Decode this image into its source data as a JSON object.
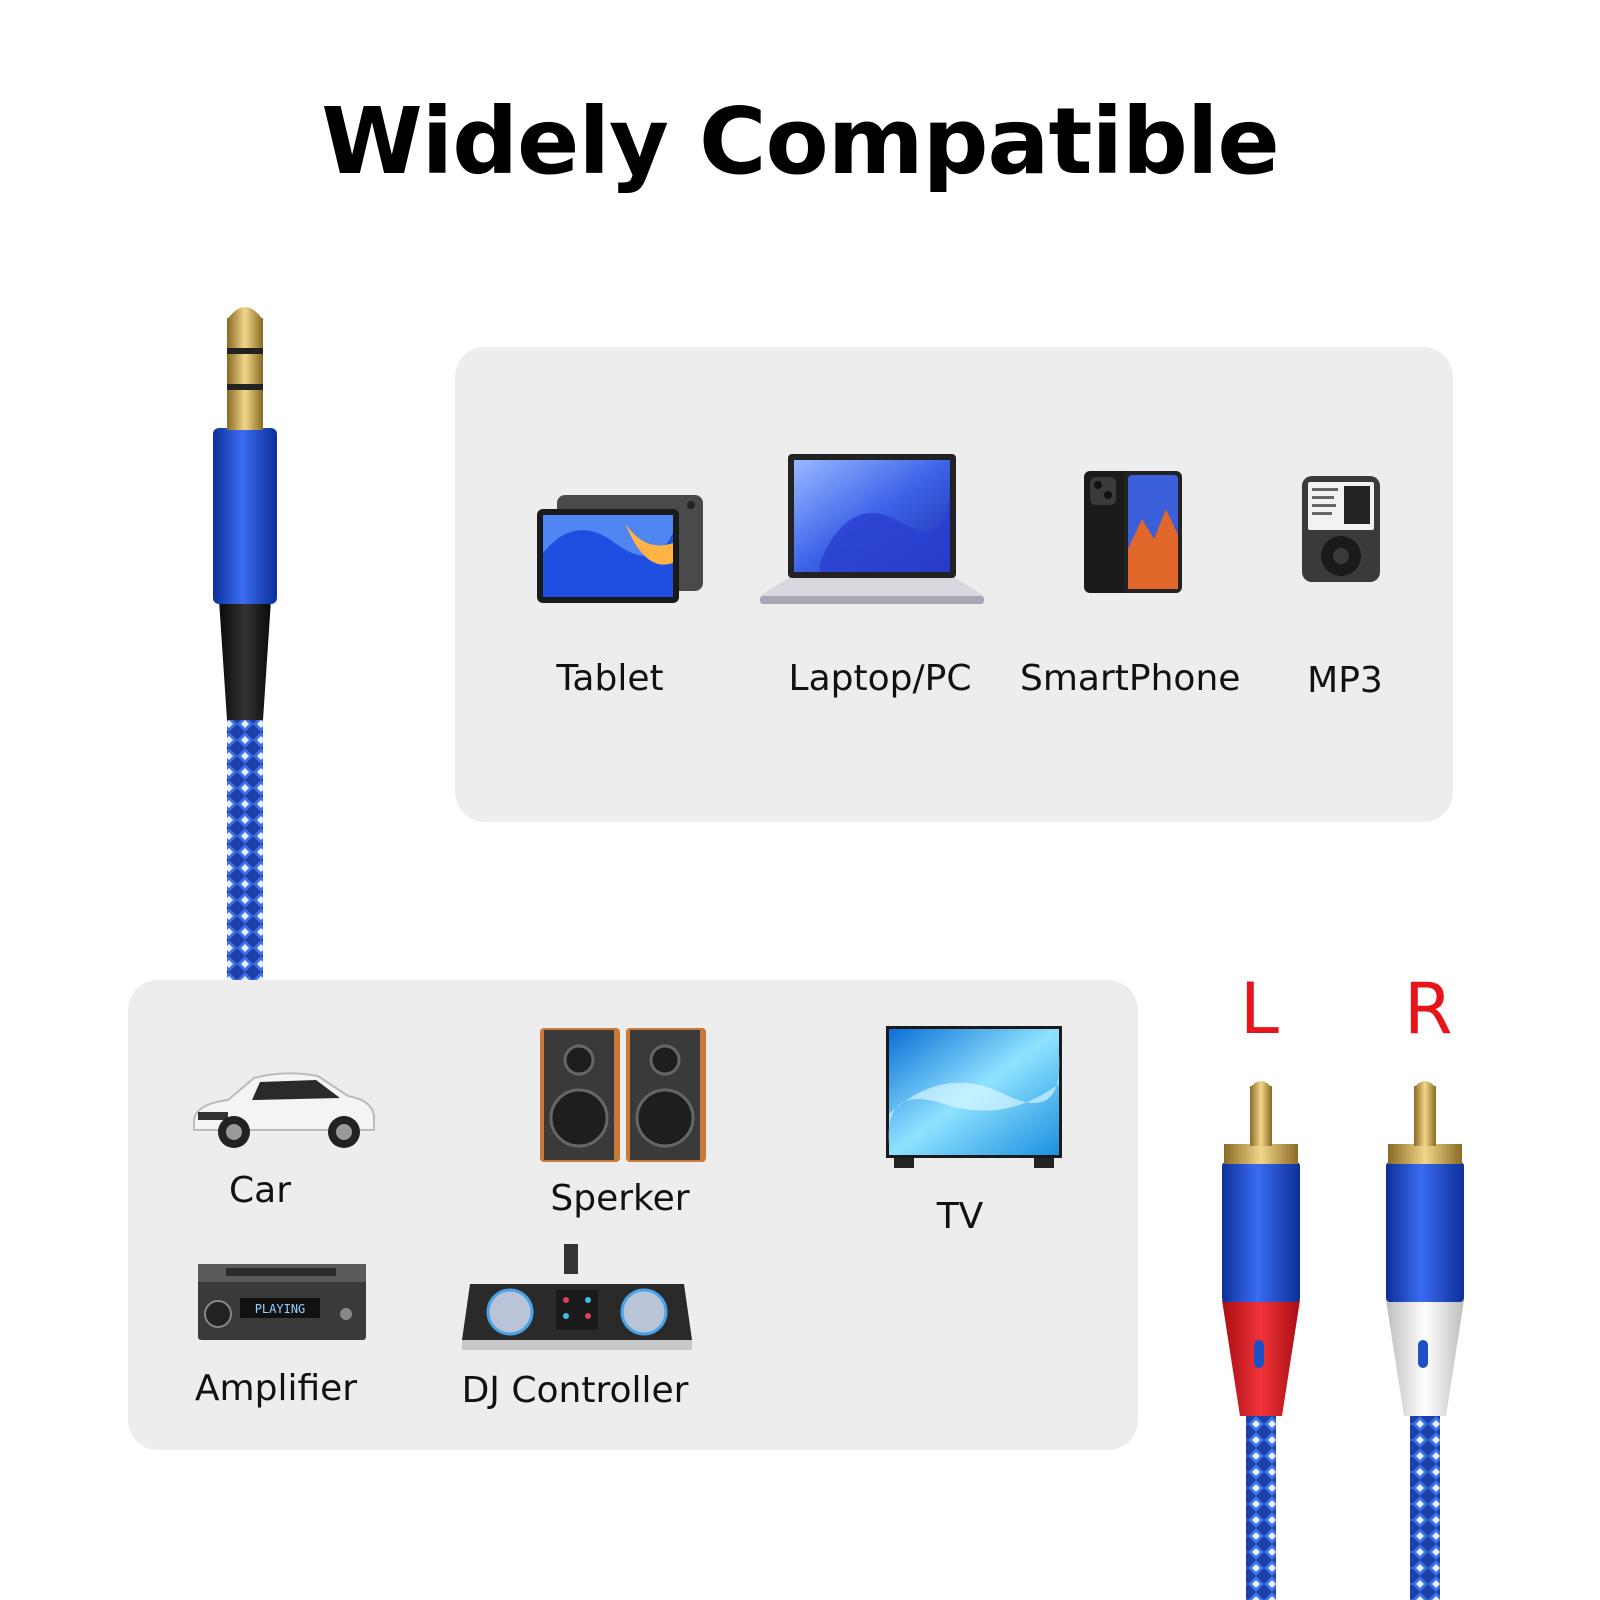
{
  "header": {
    "title": "Widely Compatible"
  },
  "top_devices": [
    {
      "label": "Tablet",
      "icon": "tablet-icon"
    },
    {
      "label": "Laptop/PC",
      "icon": "laptop-icon"
    },
    {
      "label": "SmartPhone",
      "icon": "smartphone-icon"
    },
    {
      "label": "MP3",
      "icon": "mp3-player-icon"
    }
  ],
  "bottom_devices": [
    {
      "label": "Car",
      "icon": "car-icon"
    },
    {
      "label": "Sperker",
      "icon": "speaker-icon"
    },
    {
      "label": "TV",
      "icon": "tv-icon"
    },
    {
      "label": "Amplifier",
      "icon": "amplifier-icon"
    },
    {
      "label": "DJ Controller",
      "icon": "dj-controller-icon"
    }
  ],
  "rca": {
    "left_label": "L",
    "right_label": "R",
    "left_color": "#e8141c",
    "right_color": "#e8e8e8"
  },
  "amplifier_display": "PLAYING",
  "colors": {
    "cable_blue": "#1f4fc4",
    "panel_bg": "#ededed",
    "plug_gold": "#c9a24a"
  }
}
